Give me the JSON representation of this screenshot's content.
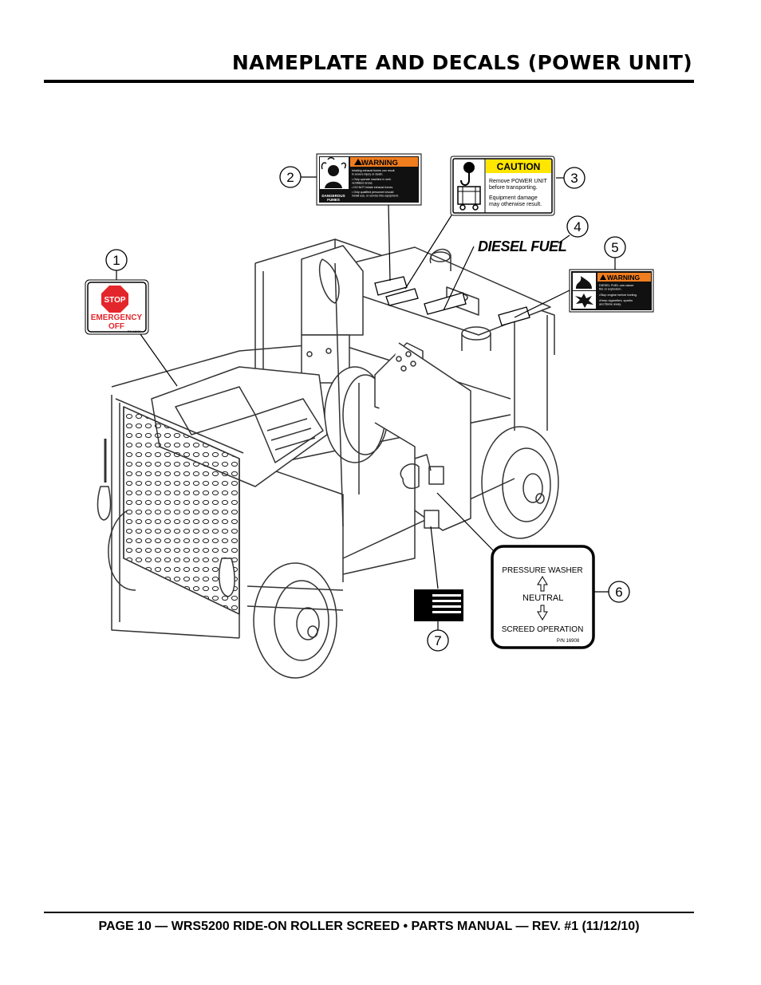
{
  "header": {
    "title": "NAMEPLATE AND DECALS (POWER UNIT)"
  },
  "callouts": [
    "1",
    "2",
    "3",
    "4",
    "5",
    "6",
    "7"
  ],
  "decals": {
    "stop": {
      "sign": "STOP",
      "line1": "EMERGENCY",
      "line2": "OFF",
      "pn": "P/N 16906"
    },
    "fumes": {
      "heading": "WARNING",
      "lines": [
        "Inhaling exhaust fumes can result",
        "in severe injury or death.",
        "• Only operate machine in well-",
        "  ventilated areas.",
        "• DO NOT inhale exhaust fumes.",
        "• Only qualified personnel should",
        "  install use, or service this equipment."
      ],
      "caption1": "DANGEROUS",
      "caption2": "FUMES"
    },
    "caution": {
      "heading": "CAUTION",
      "line1": "Remove POWER UNIT",
      "line2": "before transporting.",
      "line3": "Equipment damage",
      "line4": "may otherwise result."
    },
    "diesel": {
      "text": "DIESEL FUEL"
    },
    "fuel_warning": {
      "heading": "WARNING",
      "lines": [
        "DIESEL FUEL can cause",
        "fire or explosion.",
        "•Stop engine before fueling.",
        "•Keep cigarettes, sparks",
        " and flame away."
      ]
    },
    "pressure": {
      "top": "PRESSURE WASHER",
      "middle": "NEUTRAL",
      "bottom": "SCREED OPERATION",
      "pn": "P/N 16908"
    }
  },
  "colors": {
    "warning_orange": "#f07d1e",
    "caution_yellow": "#ffe600",
    "stop_red": "#e3262b"
  },
  "footer": {
    "text": "PAGE 10 — WRS5200 RIDE-ON ROLLER SCREED • PARTS MANUAL — REV. #1 (11/12/10)"
  }
}
